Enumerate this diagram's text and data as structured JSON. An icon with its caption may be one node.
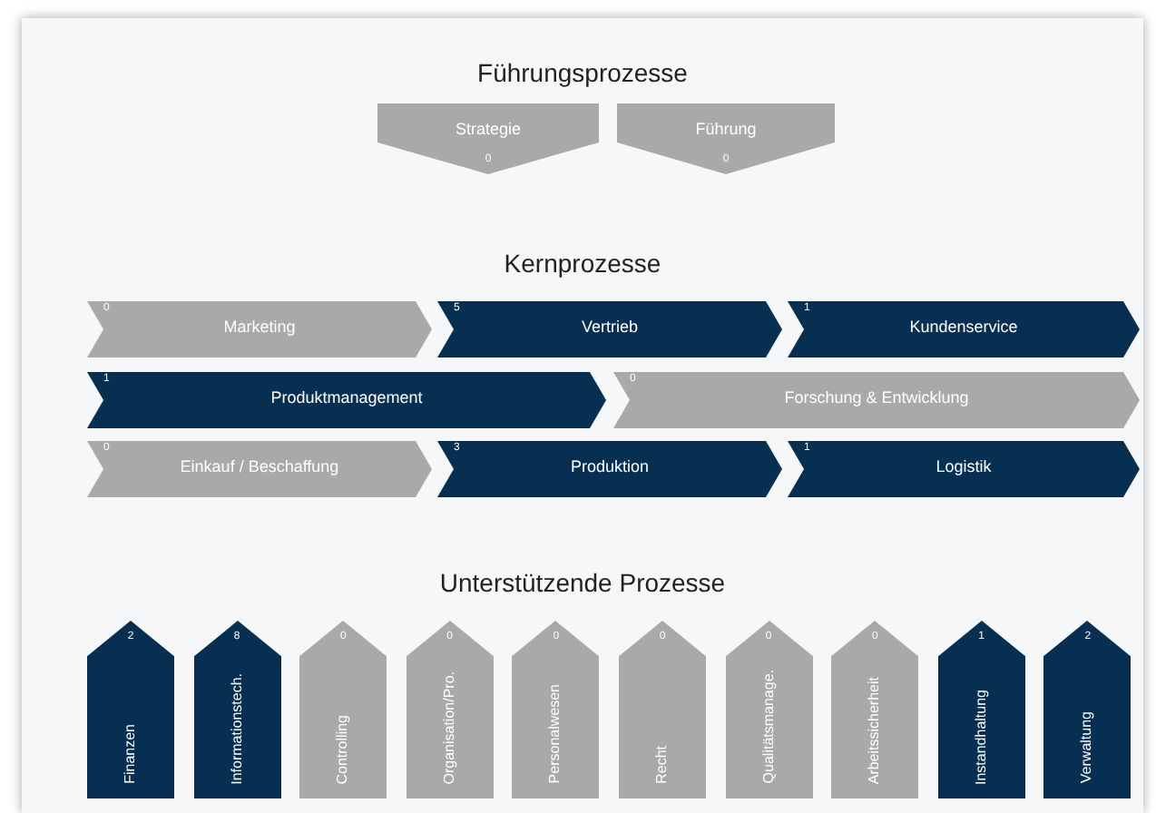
{
  "diagram": {
    "nodes": [
      {
        "text": [
          "Strategie",
          "0"
        ]
      },
      {
        "text": [
          "Führung",
          "0"
        ]
      },
      {
        "text": [
          "Marketing",
          "0"
        ]
      },
      {
        "text": [
          "Vertrieb",
          "5"
        ]
      },
      {
        "text": [
          "Kundenservice",
          "1"
        ]
      },
      {
        "text": [
          "Produktmanagement",
          "1"
        ]
      },
      {
        "text": [
          "Forschung & Entwicklung",
          "0"
        ]
      },
      {
        "text": [
          "Einkauf / Beschaffung",
          "0"
        ]
      },
      {
        "text": [
          "Produktion",
          "3"
        ]
      },
      {
        "text": [
          "Logistik",
          "1"
        ]
      },
      {
        "text": [
          "Finanzen",
          "2"
        ]
      },
      {
        "text": [
          "Informationstech.",
          "8"
        ]
      },
      {
        "text": [
          "Controlling",
          "0"
        ]
      },
      {
        "text": [
          "Organisation/Pro.",
          "0"
        ]
      },
      {
        "text": [
          "Personalwesen",
          "0"
        ]
      },
      {
        "text": [
          "Recht",
          "0"
        ]
      },
      {
        "text": [
          "Qualitätsmanage.",
          "0"
        ]
      },
      {
        "text": [
          "Arbeitssicherheit",
          "0"
        ]
      },
      {
        "text": [
          "Instandhaltung",
          "1"
        ]
      },
      {
        "text": [
          "Verwaltung",
          "2"
        ]
      }
    ],
    "labels": [
      "Führungsprozesse",
      "Kernprozesse",
      "Unterstützende Prozesse"
    ]
  }
}
